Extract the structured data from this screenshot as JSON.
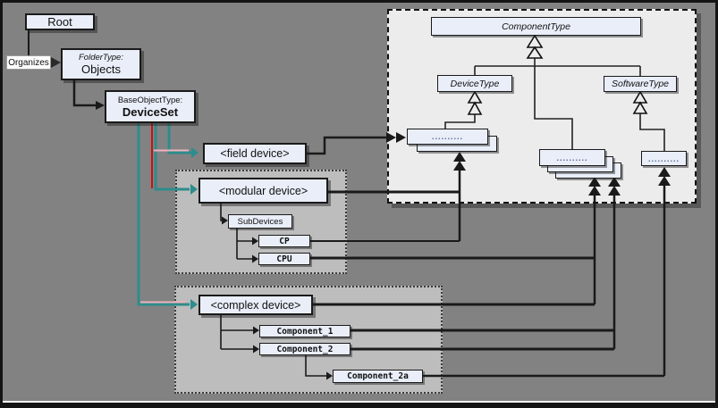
{
  "diagram": {
    "nodes": {
      "root": "Root",
      "organizes_label": "Organizes",
      "folder_type_prefix": "FolderType:",
      "objects": "Objects",
      "base_object_type_prefix": "BaseObjectType:",
      "device_set": "DeviceSet",
      "field_device": "<field device>",
      "modular_device": "<modular device>",
      "sub_devices": "SubDevices",
      "cp": "CP",
      "cpu": "CPU",
      "complex_device": "<complex device>",
      "component_1": "Component_1",
      "component_2": "Component_2",
      "component_2a": "Component_2a",
      "component_type": "ComponentType",
      "device_type": "DeviceType",
      "software_type": "SoftwareType",
      "instance_placeholder": ".........."
    },
    "colors": {
      "canvas": "#828282",
      "node_fill": "#e9eef9",
      "group_fill": "#bdbdbd",
      "types_area_fill": "#ececec",
      "teal_reference": "#2e8c8c",
      "red_reference": "#cc1111",
      "pink_reference": "#f1b3bd",
      "line_black": "#1a1a1a"
    },
    "edges": [
      {
        "from": "Root",
        "to": "Objects",
        "label": "Organizes",
        "style": "black-arrow"
      },
      {
        "from": "Objects",
        "to": "DeviceSet",
        "style": "black-arrow"
      },
      {
        "from": "DeviceSet",
        "to": "<field device>",
        "style": "teal-arrow"
      },
      {
        "from": "DeviceSet",
        "to": "<modular device>",
        "style": "teal-arrow-with-red-parallel"
      },
      {
        "from": "DeviceSet",
        "to": "<complex device>",
        "style": "teal-arrow"
      },
      {
        "from": "<modular device>",
        "to": "SubDevices",
        "style": "black-arrow"
      },
      {
        "from": "SubDevices",
        "to": "CP",
        "style": "black-arrow"
      },
      {
        "from": "SubDevices",
        "to": "CPU",
        "style": "black-arrow"
      },
      {
        "from": "<complex device>",
        "to": "Component_1",
        "style": "black-arrow"
      },
      {
        "from": "<complex device>",
        "to": "Component_2",
        "style": "black-arrow"
      },
      {
        "from": "Component_2",
        "to": "Component_2a",
        "style": "black-arrow"
      },
      {
        "from": "<field device>",
        "to": "DeviceType-instance-stack",
        "style": "double-arrow"
      },
      {
        "from": "<modular device>",
        "to": "DeviceType-instance-stack",
        "style": "double-arrow"
      },
      {
        "from": "CP",
        "to": "DeviceType-instance-stack",
        "style": "double-arrow"
      },
      {
        "from": "CPU",
        "to": "ComponentType-instance-stack",
        "style": "double-arrow"
      },
      {
        "from": "<complex device>",
        "to": "ComponentType-instance-stack",
        "style": "double-arrow"
      },
      {
        "from": "Component_1",
        "to": "ComponentType-instance-stack",
        "style": "double-arrow"
      },
      {
        "from": "Component_2",
        "to": "ComponentType-instance-stack",
        "style": "double-arrow"
      },
      {
        "from": "Component_2a",
        "to": "SoftwareType-instance-stack",
        "style": "double-arrow"
      },
      {
        "from": "DeviceType",
        "to": "ComponentType",
        "style": "generalization-hollow-triangles"
      },
      {
        "from": "SoftwareType",
        "to": "ComponentType",
        "style": "generalization-hollow-triangles"
      },
      {
        "from": "ComponentType",
        "to": "ComponentType-instance-stack",
        "style": "line"
      },
      {
        "from": "DeviceType",
        "to": "DeviceType-instance-stack",
        "style": "line"
      },
      {
        "from": "SoftwareType",
        "to": "SoftwareType-instance-stack",
        "style": "line"
      }
    ]
  }
}
